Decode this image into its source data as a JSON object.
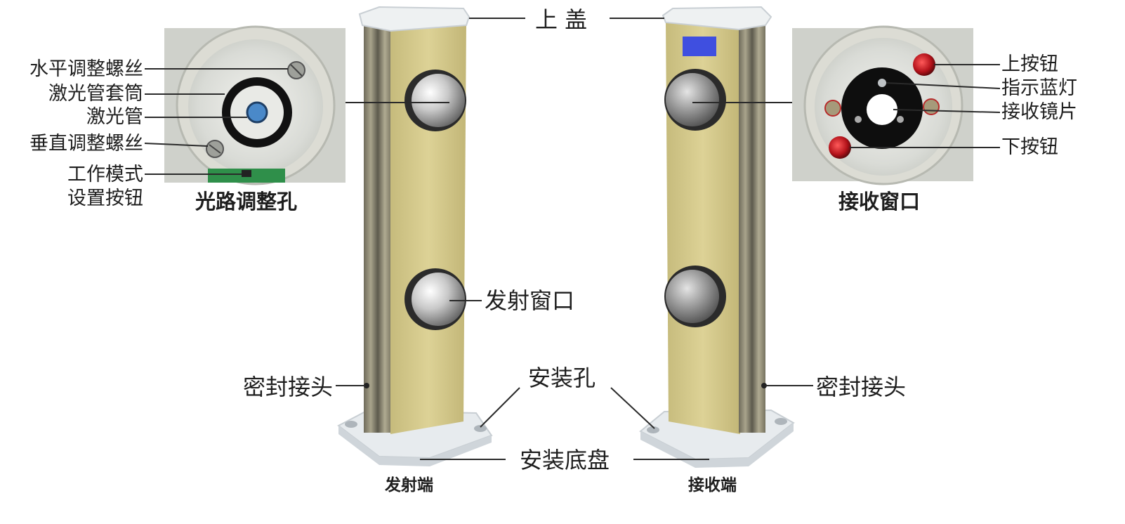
{
  "labels": {
    "top_cover": "上 盖",
    "horizontal_screw": "水平调整螺丝",
    "laser_sleeve": "激光管套筒",
    "laser_tube": "激光管",
    "vertical_screw": "垂直调整螺丝",
    "mode_button_line1": "工作模式",
    "mode_button_line2": "设置按钮",
    "optical_hole": "光路调整孔",
    "up_button": "上按钮",
    "blue_indicator": "指示蓝灯",
    "receive_lens": "接收镜片",
    "down_button": "下按钮",
    "receive_window": "接收窗口",
    "emit_window": "发射窗口",
    "seal_joint_left": "密封接头",
    "seal_joint_right": "密封接头",
    "mount_hole": "安装孔",
    "mount_base": "安装底盘",
    "emitter_end": "发射端",
    "receiver_end": "接收端"
  },
  "colors": {
    "column_face": "#d2c689",
    "column_side": "#9b9579",
    "cap": "#eef1f2",
    "base": "#e9edf0",
    "leader_line": "#2a2a2a",
    "indicator_blue": "#3f4fe0",
    "button_red": "#b3121a"
  }
}
